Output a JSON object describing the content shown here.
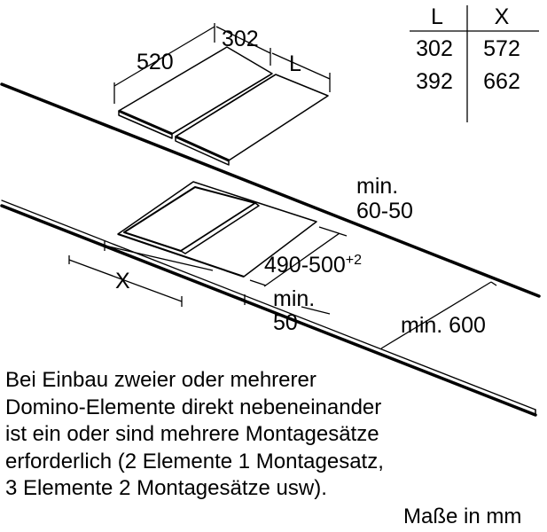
{
  "table": {
    "headers": [
      "L",
      "X"
    ],
    "rows": [
      [
        "302",
        "572"
      ],
      [
        "392",
        "662"
      ]
    ]
  },
  "dimensions": {
    "depth": "520",
    "width": "302",
    "length_var": "L",
    "x_var": "X",
    "cutout_a": "490-500",
    "cutout_sup": "+2",
    "min_edge_1": "min.",
    "min_edge_2": "60-50",
    "min_side_1": "min.",
    "min_side_2": "50",
    "min_wall": "min. 600"
  },
  "note": {
    "lines": [
      "Bei Einbau zweier oder mehrerer",
      "Domino-Elemente direkt nebeneinander",
      "ist ein oder sind mehrere Montagesätze",
      "erforderlich (2 Elemente 1 Montagesatz,",
      "3 Elemente 2 Montagesätze usw)."
    ]
  },
  "units": "Maße in mm"
}
